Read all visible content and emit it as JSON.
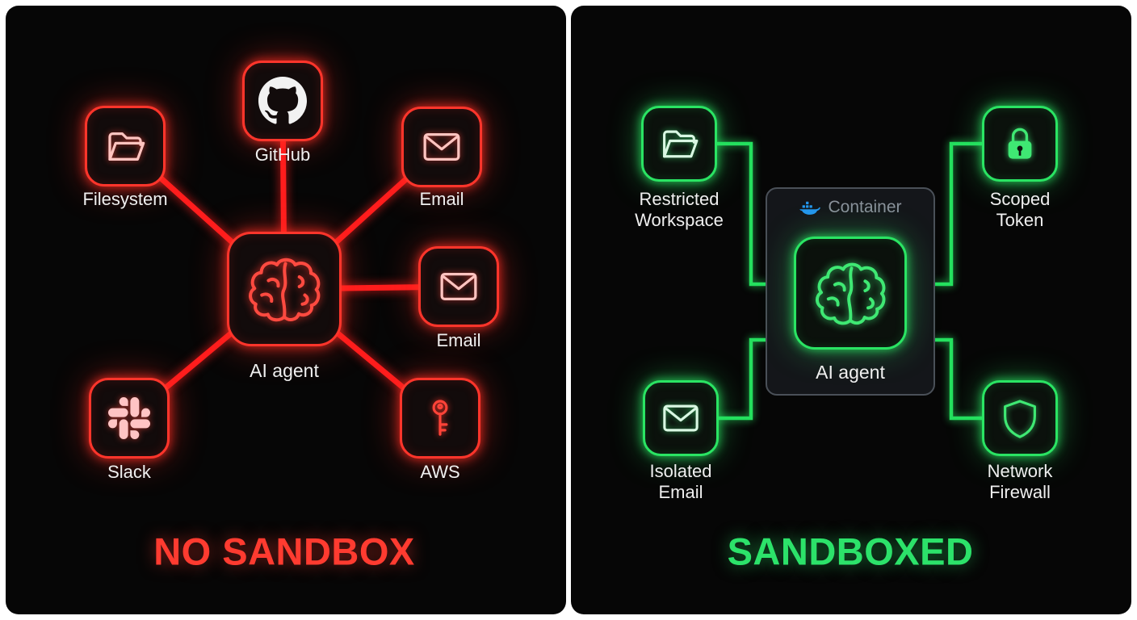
{
  "left_panel": {
    "title": "NO SANDBOX",
    "center": {
      "label": "AI agent",
      "icon": "brain-icon"
    },
    "nodes": {
      "filesystem": {
        "label": "Filesystem",
        "icon": "folder-icon"
      },
      "github": {
        "label": "GitHub",
        "icon": "github-icon"
      },
      "email_top": {
        "label": "Email",
        "icon": "envelope-icon"
      },
      "email_right": {
        "label": "Email",
        "icon": "envelope-icon"
      },
      "slack": {
        "label": "Slack",
        "icon": "slack-icon"
      },
      "aws": {
        "label": "AWS",
        "icon": "key-icon"
      }
    }
  },
  "right_panel": {
    "title": "SANDBOXED",
    "container": {
      "label": "Container",
      "icon": "docker-icon"
    },
    "center": {
      "label": "AI agent",
      "icon": "brain-icon"
    },
    "nodes": {
      "restricted_workspace": {
        "line1": "Restricted",
        "line2": "Workspace",
        "icon": "folder-icon"
      },
      "scoped_token": {
        "line1": "Scoped",
        "line2": "Token",
        "icon": "lock-icon"
      },
      "isolated_email": {
        "line1": "Isolated",
        "line2": "Email",
        "icon": "envelope-icon"
      },
      "network_firewall": {
        "line1": "Network",
        "line2": "Firewall",
        "icon": "shield-icon"
      }
    }
  },
  "colors": {
    "danger_red": "#ff352b",
    "safe_green": "#2ae463",
    "docker_blue": "#2496ed",
    "panel_background": "#060606"
  }
}
